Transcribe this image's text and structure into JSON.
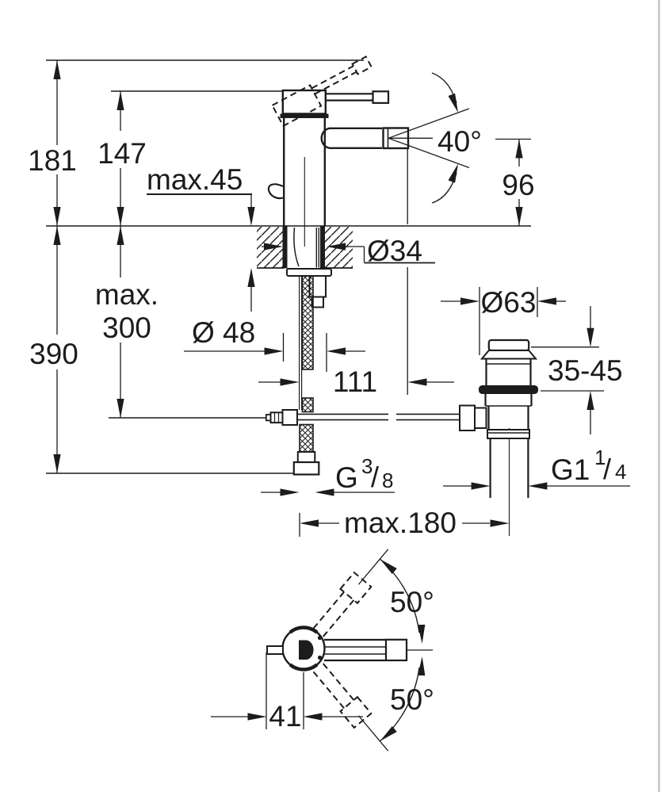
{
  "colors": {
    "ink": "#1c1c1c",
    "background": "#ffffff",
    "edge_line": "#c4c4c4"
  },
  "front_view": {
    "dim_total_height_above_deck": "181",
    "dim_body_height": "147",
    "dim_max_deck_thickness": "max.45",
    "dim_spray_angle": "40°",
    "dim_outlet_height": "96",
    "dim_total_depth_below": "390",
    "dim_max_hose_depth_line1": "max.",
    "dim_max_hose_depth_line2": "300",
    "dim_mounting_hole_diameter": "Ø34",
    "dim_base_diameter": "Ø 48",
    "dim_spout_reach": "111",
    "dim_waste_flange_diameter": "Ø63",
    "dim_waste_mount_range": "35-45",
    "dim_faucet_to_waste": "max.180",
    "thread_supply": {
      "prefix": "G",
      "numerator": "3",
      "slash": "/",
      "denominator": "8"
    },
    "thread_waste": {
      "prefix": "G1",
      "numerator": "1",
      "slash": "/",
      "denominator": "4"
    }
  },
  "plan_view": {
    "dim_handle_swivel_up": "50°",
    "dim_handle_swivel_down": "50°",
    "dim_center_offset": "41"
  }
}
